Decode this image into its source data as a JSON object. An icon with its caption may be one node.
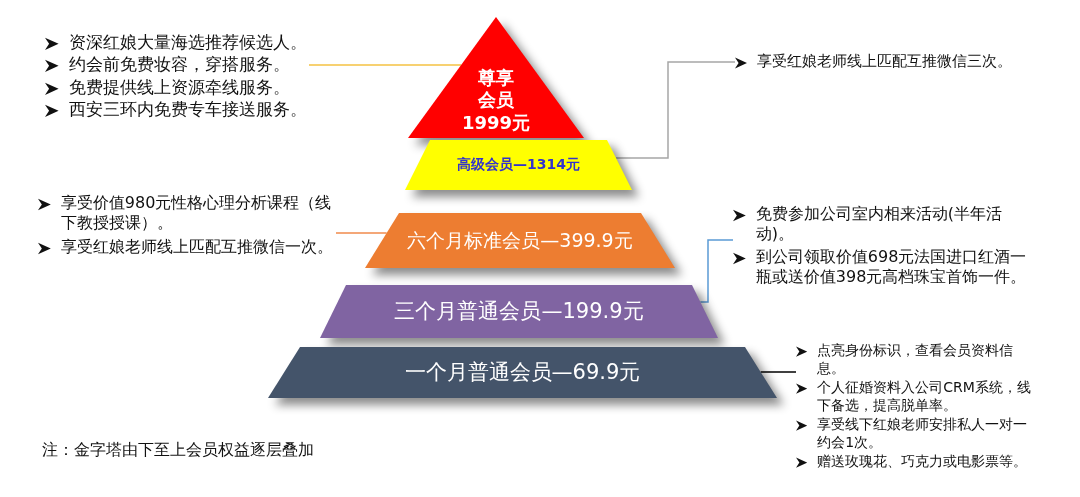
{
  "diagram": {
    "nodes": [
      {
        "text": [
          "资深红娘大量海选推荐候选人。",
          "约会前免费妆容，穿搭服务。",
          "免费提供线上资源牵线服务。",
          "西安三环内免费专车接送服务。"
        ]
      },
      {
        "text": [
          "尊享会员",
          "1999元"
        ]
      },
      {
        "text": [
          "享受红娘老师线上匹配互推微信三次。"
        ]
      },
      {
        "text": [
          "高级会员—1314元"
        ]
      },
      {
        "text": [
          "享受价值980元性格心理分析课程（线下教授授课）。",
          "享受红娘老师线上匹配互推微信一次。"
        ]
      },
      {
        "text": [
          "六个月标准会员—399.9元"
        ]
      },
      {
        "text": [
          "免费参加公司室内相来活动(半年活动)。",
          "到公司领取价值698元法国进口红酒一瓶或送价值398元高档珠宝首饰一件。"
        ]
      },
      {
        "text": [
          "三个月普通会员—199.9元"
        ]
      },
      {
        "text": [
          "一个月普通会员—69.9元"
        ]
      },
      {
        "text": [
          "点亮身份标识，查看会员资料信息。",
          "个人征婚资料入公司CRM系统，线下备选，提高脱单率。",
          "享受线下红娘老师安排私人一对一约会1次。",
          "赠送玫瑰花、巧克力或电影票等。"
        ]
      }
    ],
    "edges": [
      {
        "from": 0,
        "to": 1,
        "arrow": "none",
        "color": "#f5c242"
      },
      {
        "from": 2,
        "to": 3,
        "arrow": "none",
        "color": "#a6a6a6"
      },
      {
        "from": 4,
        "to": 5,
        "arrow": "none",
        "color": "#f08a4b"
      },
      {
        "from": 6,
        "to": 7,
        "arrow": "none",
        "color": "#5b9bd5"
      },
      {
        "from": 9,
        "to": 8,
        "arrow": "none",
        "color": "#000000"
      }
    ],
    "labels": [
      "注：金字塔由下至上会员权益逐层叠加"
    ]
  }
}
